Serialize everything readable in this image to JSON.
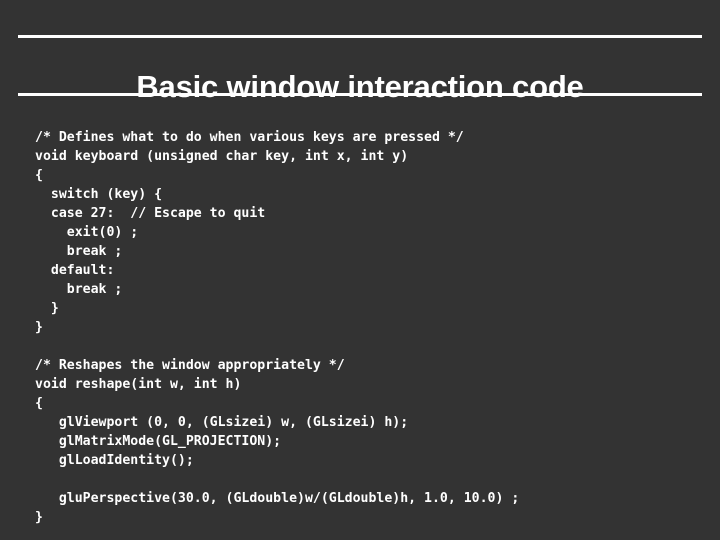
{
  "slide": {
    "title": "Basic window interaction code",
    "background_color": "#333333",
    "text_color": "#ffffff",
    "rule_color": "#ffffff"
  },
  "code": {
    "language": "c",
    "lines": [
      "/* Defines what to do when various keys are pressed */",
      "void keyboard (unsigned char key, int x, int y)",
      "{",
      "  switch (key) {",
      "  case 27:  // Escape to quit",
      "    exit(0) ;",
      "    break ;",
      "  default:",
      "    break ;",
      "  }",
      "}",
      "",
      "/* Reshapes the window appropriately */",
      "void reshape(int w, int h)",
      "{",
      "   glViewport (0, 0, (GLsizei) w, (GLsizei) h);",
      "   glMatrixMode(GL_PROJECTION);",
      "   glLoadIdentity();",
      "",
      "   gluPerspective(30.0, (GLdouble)w/(GLdouble)h, 1.0, 10.0) ;",
      "}"
    ]
  }
}
